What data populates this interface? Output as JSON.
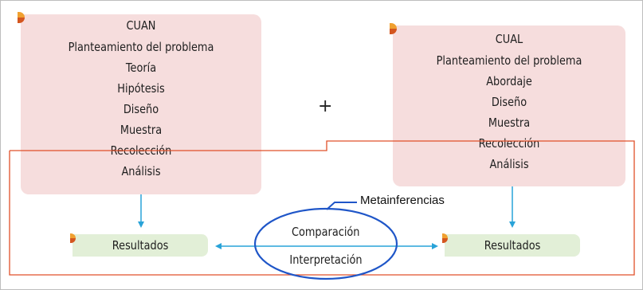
{
  "cuan": {
    "title": "CUAN",
    "items": [
      "Planteamiento del problema",
      "Teoría",
      "Hipótesis",
      "Diseño",
      "Muestra",
      "Recolección",
      "Análisis"
    ]
  },
  "cual": {
    "title": "CUAL",
    "items": [
      "Planteamiento del problema",
      "Abordaje",
      "Diseño",
      "Muestra",
      "Recolección",
      "Análisis"
    ]
  },
  "plus_sign": "+",
  "results_left": "Resultados",
  "results_right": "Resultados",
  "metainferencias": "Metainferencias",
  "comparacion": "Comparación",
  "interpretacion": "Interpretación",
  "colors": {
    "card_fill": "#f6dddd",
    "result_fill": "#e2efd7",
    "arrow": "#29a3d8",
    "ellipse": "#1f56c8",
    "outline": "#e0502a"
  }
}
